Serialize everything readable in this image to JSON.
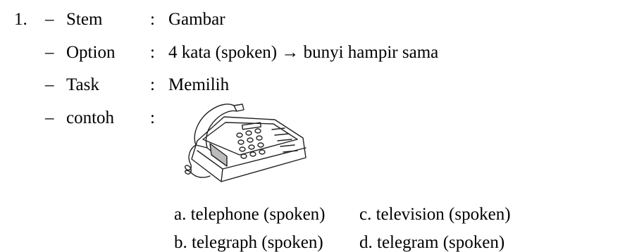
{
  "item_number": "1.",
  "rows": [
    {
      "dash": "–",
      "label": "Stem",
      "colon": ":",
      "value": "Gambar"
    },
    {
      "dash": "–",
      "label": "Option",
      "colon": ":",
      "value": "4 kata (spoken) → bunyi hampir sama"
    },
    {
      "dash": "–",
      "label": "Task",
      "colon": ":",
      "value": "Memilih"
    },
    {
      "dash": "–",
      "label": "contoh",
      "colon": ":",
      "value": ""
    }
  ],
  "illustration": {
    "icon": "telephone-icon"
  },
  "options": [
    "a. telephone  (spoken)",
    "b. telegraph  (spoken)",
    "c. television  (spoken)",
    "d. telegram  (spoken)"
  ]
}
